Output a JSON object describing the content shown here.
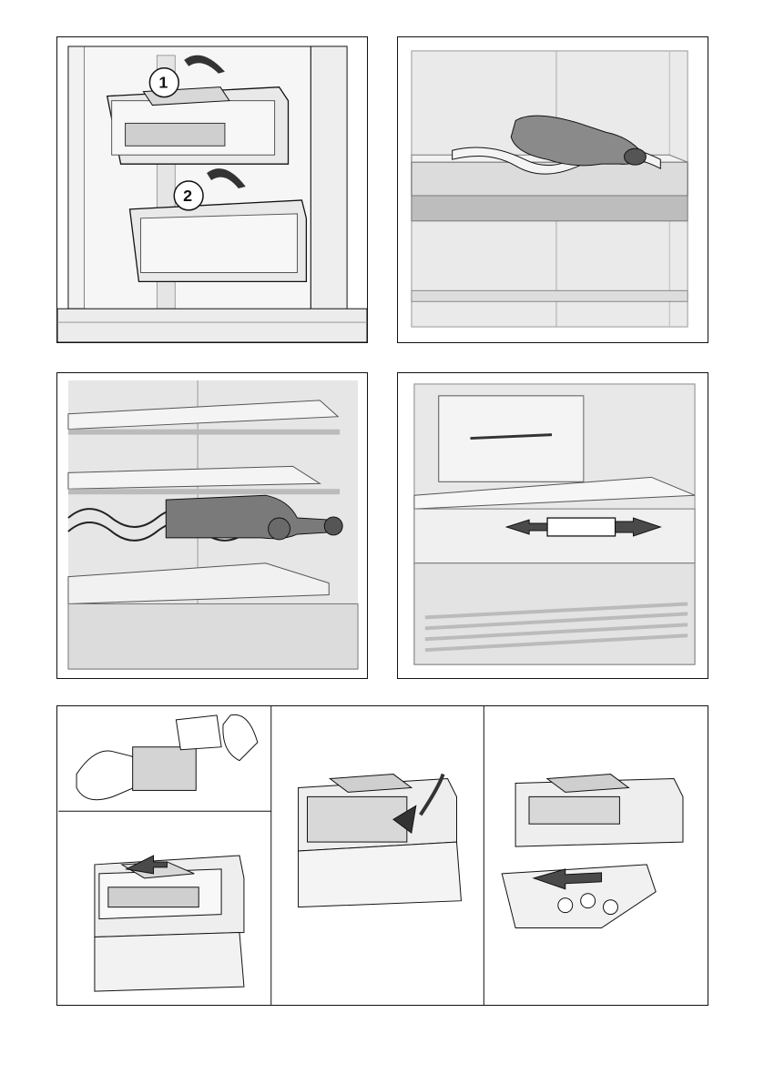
{
  "figures": [
    {
      "id": "fig-1",
      "icon": "door-shelves-removal-illustration",
      "callouts": [
        "1",
        "2"
      ]
    },
    {
      "id": "fig-2",
      "icon": "bottle-holder-illustration"
    },
    {
      "id": "fig-3",
      "icon": "wine-rack-illustration"
    },
    {
      "id": "fig-4",
      "icon": "shelf-slider-illustration"
    },
    {
      "id": "fig-5",
      "icon": "ice-maker-steps-illustration"
    }
  ],
  "colors": {
    "outline": "#111111",
    "fill_light": "#e9e9e9",
    "fill_mid": "#cfcfcf",
    "fill_dark": "#6e6e6e",
    "arrow": "#4a4a4a"
  }
}
